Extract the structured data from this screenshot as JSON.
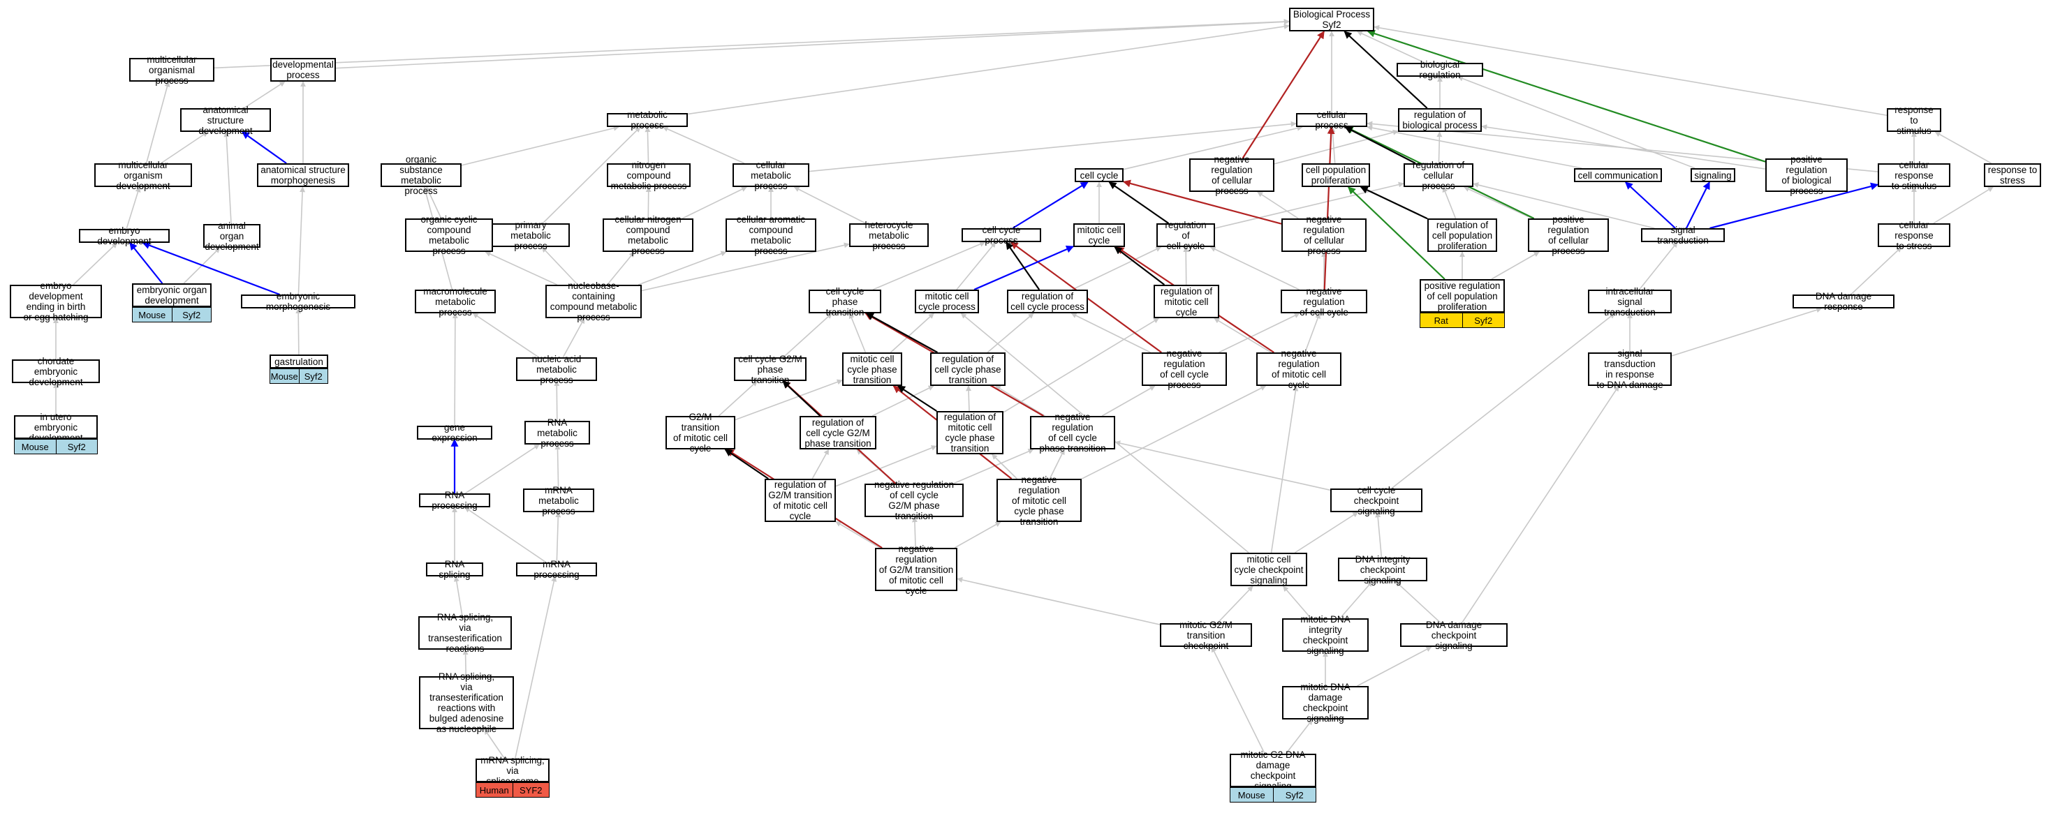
{
  "graph": {
    "node_labels": {
      "bp": "Biological Process\nSyf2",
      "mop": "multicellular\norganismal process",
      "dp": "developmental\nprocess",
      "asd": "anatomical structure\ndevelopment",
      "mod": "multicellular\norganism development",
      "asm": "anatomical structure\nmorphogenesis",
      "ed": "embryo development",
      "aod": "animal organ\ndevelopment",
      "edb": "embryo development\nending in birth\nor egg hatching",
      "eod": "embryonic organ\ndevelopment",
      "em": "embryonic morphogenesis",
      "ced": "chordate embryonic\ndevelopment",
      "gas": "gastrulation",
      "iued": "in utero embryonic\ndevelopment",
      "metp": "metabolic process",
      "osmp": "organic substance\nmetabolic process",
      "ncmp": "nitrogen compound\nmetabolic process",
      "cmp": "cellular metabolic\nprocess",
      "occmp": "organic cyclic\ncompound metabolic\nprocess",
      "pmp": "primary metabolic\nprocess",
      "cncmp": "cellular nitrogen\ncompound metabolic\nprocess",
      "cacmp": "cellular aromatic\ncompound metabolic\nprocess",
      "hmp": "heterocycle\nmetabolic process",
      "mmp": "macromolecule\nmetabolic process",
      "nbmp": "nucleobase-containing\ncompound metabolic\nprocess",
      "namp": "nucleic acid\nmetabolic process",
      "ge": "gene expression",
      "rmp": "RNA metabolic\nprocess",
      "rp": "RNA processing",
      "mrmp": "mRNA metabolic\nprocess",
      "rs": "RNA splicing",
      "mrp": "mRNA processing",
      "rstr": "RNA splicing,\nvia transesterification\nreactions",
      "rsba": "RNA splicing,\nvia transesterification\nreactions with\nbulged adenosine\nas nucleophile",
      "mrs": "mRNA splicing,\nvia spliceosome",
      "cp": "cellular process",
      "breg": "biological regulation",
      "rbp": "regulation of\nbiological process",
      "cc": "cell cycle",
      "nrcp": "negative regulation\nof cellular\nprocess",
      "cpp": "cell population\nproliferation",
      "rcp": "regulation of\ncellular process",
      "ccp": "cell cycle process",
      "mcc": "mitotic cell\ncycle",
      "rcc": "regulation of\ncell cycle",
      "nrcp2": "negative regulation\nof cellular\nprocess",
      "rcpp": "regulation of\ncell population\nproliferation",
      "pnrcp": "positive regulation\nof cellular\nprocess",
      "pprcp": "positive regulation\nof cell population\nproliferation",
      "cct": "cell cycle phase\ntransition",
      "mccp": "mitotic cell\ncycle process",
      "rccp": "regulation of\ncell cycle process",
      "rmcc": "regulation of\nmitotic cell\ncycle",
      "nrcc": "negative regulation\nof cell cycle",
      "g2m": "cell cycle G2/M\nphase transition",
      "mccpt": "mitotic cell\ncycle phase\ntransition",
      "rccpt": "regulation of\ncell cycle phase\ntransition",
      "nrccp": "negative regulation\nof cell cycle\nprocess",
      "nrmcc": "negative regulation\nof mitotic cell\ncycle",
      "g2mm": "G2/M transition\nof mitotic cell\ncycle",
      "rg2m": "regulation of\ncell cycle G2/M\nphase transition",
      "rmccpt": "regulation of\nmitotic cell\ncycle phase\ntransition",
      "nrccpt": "negative regulation\nof cell cycle\nphase transition",
      "rg2mm": "regulation of\nG2/M transition\nof mitotic cell\ncycle",
      "nrg2m": "negative regulation\nof cell cycle\nG2/M phase transition",
      "nrmccpt": "negative regulation\nof mitotic cell\ncycle phase\ntransition",
      "nrg2mm": "negative regulation\nof G2/M transition\nof mitotic cell\ncycle",
      "ccs": "cell cycle checkpoint\nsignaling",
      "mccs": "mitotic cell\ncycle checkpoint\nsignaling",
      "dics": "DNA integrity\ncheckpoint signaling",
      "mg2c": "mitotic G2/M\ntransition checkpoint",
      "mdics": "mitotic DNA\nintegrity checkpoint\nsignaling",
      "ddcs": "DNA damage checkpoint\nsignaling",
      "mddcs": "mitotic DNA\ndamage checkpoint\nsignaling",
      "mg2dd": "mitotic G2 DNA\ndamage checkpoint\nsignaling",
      "ccomm": "cell communication",
      "sig": "signaling",
      "prbp": "positive regulation\nof biological\nprocess",
      "rts": "response to\nstimulus",
      "crs": "cellular response\nto stimulus",
      "rtst": "response to\nstress",
      "st": "signal transduction",
      "crst": "cellular response\nto stress",
      "ist": "intracellular\nsignal transduction",
      "ddr": "DNA damage response",
      "stdd": "signal transduction\nin response\nto DNA damage"
    },
    "annotations": [
      {
        "node": "eod",
        "species": "Mouse",
        "gene": "Syf2",
        "color": "#add8e6"
      },
      {
        "node": "gas",
        "species": "Mouse",
        "gene": "Syf2",
        "color": "#add8e6"
      },
      {
        "node": "iued",
        "species": "Mouse",
        "gene": "Syf2",
        "color": "#add8e6"
      },
      {
        "node": "mrs",
        "species": "Human",
        "gene": "SYF2",
        "color": "#f05a46"
      },
      {
        "node": "pprcp",
        "species": "Rat",
        "gene": "Syf2",
        "color": "#ffd700"
      },
      {
        "node": "mg2dd",
        "species": "Mouse",
        "gene": "Syf2",
        "color": "#add8e6"
      }
    ],
    "edge_colors": {
      "is_a": "#c8c8c8",
      "black": "#000000",
      "red": "#b22222",
      "blue": "#0000ff",
      "green": "#228b22"
    },
    "edges": [
      [
        "mop",
        "bp",
        "is_a"
      ],
      [
        "dp",
        "bp",
        "is_a"
      ],
      [
        "mod",
        "mop",
        "is_a"
      ],
      [
        "asd",
        "dp",
        "is_a"
      ],
      [
        "asm",
        "dp",
        "is_a"
      ],
      [
        "mod",
        "asd",
        "is_a"
      ],
      [
        "asm",
        "asd",
        "blue"
      ],
      [
        "ed",
        "mod",
        "is_a"
      ],
      [
        "aod",
        "asd",
        "is_a"
      ],
      [
        "edb",
        "ed",
        "is_a"
      ],
      [
        "eod",
        "ed",
        "blue"
      ],
      [
        "eod",
        "aod",
        "is_a"
      ],
      [
        "em",
        "ed",
        "blue"
      ],
      [
        "em",
        "asm",
        "is_a"
      ],
      [
        "ced",
        "edb",
        "is_a"
      ],
      [
        "gas",
        "em",
        "is_a"
      ],
      [
        "iued",
        "ced",
        "is_a"
      ],
      [
        "metp",
        "bp",
        "is_a"
      ],
      [
        "osmp",
        "metp",
        "is_a"
      ],
      [
        "ncmp",
        "metp",
        "is_a"
      ],
      [
        "cmp",
        "metp",
        "is_a"
      ],
      [
        "pmp",
        "metp",
        "is_a"
      ],
      [
        "occmp",
        "osmp",
        "is_a"
      ],
      [
        "cncmp",
        "ncmp",
        "is_a"
      ],
      [
        "cncmp",
        "cmp",
        "is_a"
      ],
      [
        "cacmp",
        "cmp",
        "is_a"
      ],
      [
        "hmp",
        "cmp",
        "is_a"
      ],
      [
        "mmp",
        "osmp",
        "is_a"
      ],
      [
        "nbmp",
        "occmp",
        "is_a"
      ],
      [
        "nbmp",
        "pmp",
        "is_a"
      ],
      [
        "nbmp",
        "cncmp",
        "is_a"
      ],
      [
        "nbmp",
        "cacmp",
        "is_a"
      ],
      [
        "nbmp",
        "hmp",
        "is_a"
      ],
      [
        "namp",
        "mmp",
        "is_a"
      ],
      [
        "namp",
        "nbmp",
        "is_a"
      ],
      [
        "ge",
        "mmp",
        "is_a"
      ],
      [
        "rmp",
        "namp",
        "is_a"
      ],
      [
        "rp",
        "ge",
        "blue"
      ],
      [
        "rp",
        "rmp",
        "is_a"
      ],
      [
        "mrmp",
        "rmp",
        "is_a"
      ],
      [
        "rs",
        "rp",
        "is_a"
      ],
      [
        "mrp",
        "rp",
        "is_a"
      ],
      [
        "mrp",
        "mrmp",
        "is_a"
      ],
      [
        "rstr",
        "rs",
        "is_a"
      ],
      [
        "rsba",
        "rstr",
        "is_a"
      ],
      [
        "mrs",
        "rsba",
        "is_a"
      ],
      [
        "mrs",
        "mrp",
        "is_a"
      ],
      [
        "cp",
        "bp",
        "is_a"
      ],
      [
        "breg",
        "bp",
        "is_a"
      ],
      [
        "rbp",
        "breg",
        "is_a"
      ],
      [
        "rbp",
        "bp",
        "black"
      ],
      [
        "cc",
        "cp",
        "is_a"
      ],
      [
        "cmp",
        "cp",
        "is_a"
      ],
      [
        "nrcp",
        "bp",
        "red"
      ],
      [
        "nrcp",
        "rbp",
        "is_a"
      ],
      [
        "cpp",
        "cp",
        "is_a"
      ],
      [
        "rcp",
        "rbp",
        "is_a"
      ],
      [
        "rcp",
        "cp",
        "black"
      ],
      [
        "ccp",
        "cc",
        "blue"
      ],
      [
        "mcc",
        "cc",
        "is_a"
      ],
      [
        "rcc",
        "cc",
        "black"
      ],
      [
        "rcc",
        "rcp",
        "is_a"
      ],
      [
        "nrcp2",
        "nrcp",
        "is_a"
      ],
      [
        "nrcp2",
        "cc",
        "red"
      ],
      [
        "rcpp",
        "cpp",
        "black"
      ],
      [
        "rcpp",
        "rcp",
        "is_a"
      ],
      [
        "pnrcp",
        "rcp",
        "is_a"
      ],
      [
        "pnrcp",
        "cp",
        "green"
      ],
      [
        "pprcp",
        "cpp",
        "green"
      ],
      [
        "pprcp",
        "rcpp",
        "is_a"
      ],
      [
        "pprcp",
        "pnrcp",
        "is_a"
      ],
      [
        "cct",
        "ccp",
        "is_a"
      ],
      [
        "mccp",
        "ccp",
        "is_a"
      ],
      [
        "mccp",
        "mcc",
        "blue"
      ],
      [
        "rccp",
        "rcc",
        "is_a"
      ],
      [
        "rccp",
        "ccp",
        "black"
      ],
      [
        "rmcc",
        "rcc",
        "is_a"
      ],
      [
        "rmcc",
        "mcc",
        "black"
      ],
      [
        "nrcc",
        "rcc",
        "is_a"
      ],
      [
        "nrcc",
        "nrcp2",
        "is_a"
      ],
      [
        "nrcc",
        "cp",
        "red"
      ],
      [
        "g2m",
        "cct",
        "is_a"
      ],
      [
        "mccpt",
        "cct",
        "is_a"
      ],
      [
        "mccpt",
        "mccp",
        "is_a"
      ],
      [
        "rccpt",
        "rccp",
        "is_a"
      ],
      [
        "rccpt",
        "cct",
        "black"
      ],
      [
        "nrccp",
        "rccp",
        "is_a"
      ],
      [
        "nrccp",
        "nrcc",
        "is_a"
      ],
      [
        "nrccp",
        "ccp",
        "red"
      ],
      [
        "nrmcc",
        "rmcc",
        "is_a"
      ],
      [
        "nrmcc",
        "nrcc",
        "is_a"
      ],
      [
        "nrmcc",
        "mcc",
        "red"
      ],
      [
        "g2mm",
        "g2m",
        "is_a"
      ],
      [
        "g2mm",
        "mccpt",
        "is_a"
      ],
      [
        "rg2m",
        "rccpt",
        "is_a"
      ],
      [
        "rg2m",
        "g2m",
        "black"
      ],
      [
        "rmccpt",
        "rccpt",
        "is_a"
      ],
      [
        "rmccpt",
        "rmcc",
        "is_a"
      ],
      [
        "rmccpt",
        "mccpt",
        "black"
      ],
      [
        "nrccpt",
        "rccpt",
        "is_a"
      ],
      [
        "nrccpt",
        "nrccp",
        "is_a"
      ],
      [
        "nrccpt",
        "cct",
        "red"
      ],
      [
        "rg2mm",
        "rg2m",
        "is_a"
      ],
      [
        "rg2mm",
        "rmccpt",
        "is_a"
      ],
      [
        "rg2mm",
        "g2mm",
        "black"
      ],
      [
        "nrg2m",
        "rg2m",
        "is_a"
      ],
      [
        "nrg2m",
        "nrccpt",
        "is_a"
      ],
      [
        "nrg2m",
        "g2m",
        "red"
      ],
      [
        "nrmccpt",
        "rmccpt",
        "is_a"
      ],
      [
        "nrmccpt",
        "nrccpt",
        "is_a"
      ],
      [
        "nrmccpt",
        "nrmcc",
        "is_a"
      ],
      [
        "nrmccpt",
        "mccpt",
        "red"
      ],
      [
        "nrg2mm",
        "rg2mm",
        "is_a"
      ],
      [
        "nrg2mm",
        "nrg2m",
        "is_a"
      ],
      [
        "nrg2mm",
        "nrmccpt",
        "is_a"
      ],
      [
        "nrg2mm",
        "g2mm",
        "red"
      ],
      [
        "ccs",
        "nrccpt",
        "is_a"
      ],
      [
        "ccs",
        "ist",
        "is_a"
      ],
      [
        "mccs",
        "ccs",
        "is_a"
      ],
      [
        "mccs",
        "nrmcc",
        "is_a"
      ],
      [
        "mccs",
        "mccp",
        "is_a"
      ],
      [
        "dics",
        "ccs",
        "is_a"
      ],
      [
        "mg2c",
        "mccs",
        "is_a"
      ],
      [
        "mg2c",
        "nrg2mm",
        "is_a"
      ],
      [
        "mdics",
        "mccs",
        "is_a"
      ],
      [
        "mdics",
        "dics",
        "is_a"
      ],
      [
        "ddcs",
        "dics",
        "is_a"
      ],
      [
        "ddcs",
        "stdd",
        "is_a"
      ],
      [
        "mddcs",
        "mdics",
        "is_a"
      ],
      [
        "mddcs",
        "ddcs",
        "is_a"
      ],
      [
        "mg2dd",
        "mddcs",
        "is_a"
      ],
      [
        "mg2dd",
        "mg2c",
        "is_a"
      ],
      [
        "ccomm",
        "cp",
        "is_a"
      ],
      [
        "sig",
        "breg",
        "is_a"
      ],
      [
        "prbp",
        "bp",
        "green"
      ],
      [
        "prbp",
        "rbp",
        "is_a"
      ],
      [
        "rts",
        "bp",
        "is_a"
      ],
      [
        "crs",
        "rts",
        "is_a"
      ],
      [
        "crs",
        "cp",
        "is_a"
      ],
      [
        "rtst",
        "rts",
        "is_a"
      ],
      [
        "st",
        "ccomm",
        "blue"
      ],
      [
        "st",
        "sig",
        "blue"
      ],
      [
        "st",
        "crs",
        "blue"
      ],
      [
        "st",
        "rcp",
        "is_a"
      ],
      [
        "crst",
        "crs",
        "is_a"
      ],
      [
        "crst",
        "rtst",
        "is_a"
      ],
      [
        "ist",
        "st",
        "is_a"
      ],
      [
        "ddr",
        "crst",
        "is_a"
      ],
      [
        "stdd",
        "ist",
        "is_a"
      ],
      [
        "stdd",
        "ddr",
        "is_a"
      ]
    ]
  }
}
